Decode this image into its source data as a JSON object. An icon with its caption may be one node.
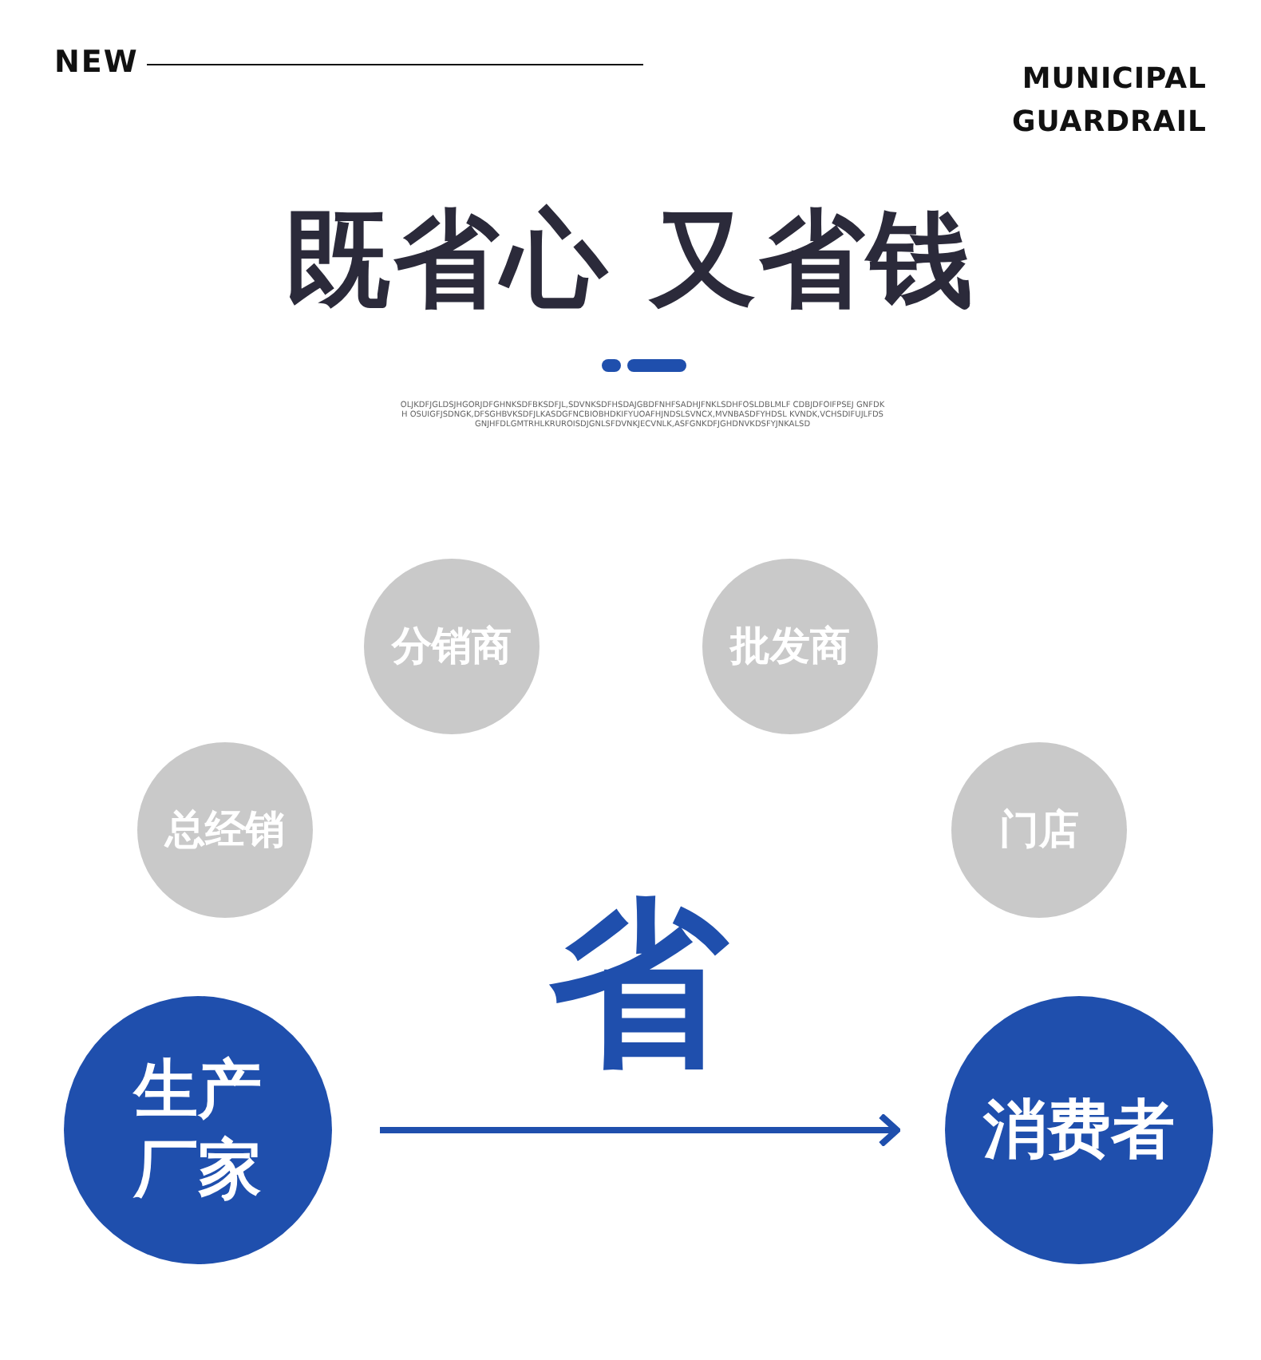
{
  "diagram": {
    "title": "既省心 又省钱",
    "nodes": [
      {
        "text": [
          "分销商"
        ]
      },
      {
        "text": [
          "批发商"
        ]
      },
      {
        "text": [
          "总经销"
        ]
      },
      {
        "text": [
          "门店"
        ]
      },
      {
        "text": [
          "生产厂家"
        ]
      },
      {
        "text": [
          "消费者"
        ]
      }
    ],
    "edges": [
      {
        "from": 4,
        "to": 5,
        "arrow": "to",
        "color": "#1f4fad"
      }
    ],
    "labels": [
      "NEW",
      "MUNICIPAL GUARDRAIL",
      "OLJKDFJGLDSJHGORJDFGHNKSDFBKSDFJL,SDVNKSDFHSDAJGBDFNHFSADHJFNKLSDHFOSLDBLMLF CDBJDFOIFPSEJ GNFDKH OSUIGFJSDNGK,DFSGHBVKSDFJLKASDGFNCBIOBHDKIFYUOAFHJNDSLSVNCX,MVNBASDFYHDSL KVNDK,VCHSDIFUJLFDSGNJHFDLGMTRHLKRUROISDJGNLSFDVNKJECVNLK,ASFGNKDFJGHDNVKDSFYJNKALSD",
      "省"
    ]
  }
}
